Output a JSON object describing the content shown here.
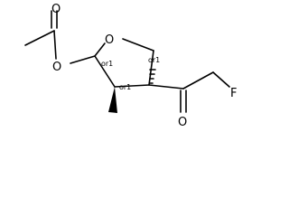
{
  "molecule": {
    "atom_labels": {
      "acetyl_carbonyl_oxygen": "O",
      "ester_oxygen": "O",
      "ring_oxygen": "O",
      "ketone_oxygen": "O",
      "fluorine": "F"
    },
    "stereo_labels": {
      "c2": "or1",
      "c3": "or1",
      "c4": "or1"
    }
  }
}
